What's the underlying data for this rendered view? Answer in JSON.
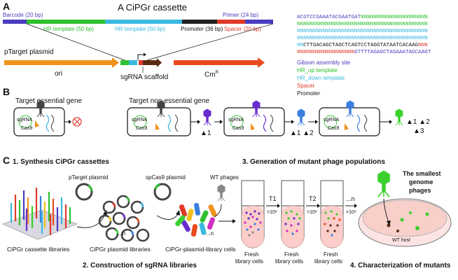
{
  "panelA": {
    "letter": "A",
    "title": "A CiPGr cassette",
    "barcode": "Barcode (20 bp)",
    "primer": "Primer (24 bp)",
    "hr_up": "HR template (50 bp)",
    "hr_down": "HR template (50 bp)",
    "promoter": "Promoter (36 bp)",
    "spacer": "Spacer (20 bp)",
    "ptarget": "pTarget plasmid",
    "ori": "ori",
    "scaffold": "sgRNA scaffold",
    "cm": "Cm",
    "cm_sup": "R",
    "seq_lines": [
      [
        {
          "t": "ACGTCCGAAATACGAATGAT",
          "c": "#4b3cc0"
        },
        {
          "t": "NNNNNNNNNNNNNNNNNNNNN",
          "c": "#2ec02e"
        }
      ],
      [
        {
          "t": "NNNNNNNNNNNNNNNNNNNNNNNNNNNNNNNNNNNNNNNNN",
          "c": "#2ec02e"
        }
      ],
      [
        {
          "t": "NNNNNNNNNNNNNNNNNNNNNNNNNNNNNNNNNNNNNNNNN",
          "c": "#3bb8e0"
        }
      ],
      [
        {
          "t": "NNNNNNNNNNNNNNNNNNNNNNNNNNNNNNNNNNNNNNNNN",
          "c": "#3bb8e0"
        }
      ],
      [
        {
          "t": "NN",
          "c": "#3bb8e0"
        },
        {
          "t": "CTTGACAGCTAGCTCAGTCCTAGGTATAATCACAAG",
          "c": "#111111"
        },
        {
          "t": "NNN",
          "c": "#e03a2a"
        }
      ],
      [
        {
          "t": "NNNNNNNNNNNNNNNNNN",
          "c": "#e03a2a"
        },
        {
          "t": "GTTTTAGAGCTAGAAATAGCAAGT",
          "c": "#4b3cc0"
        }
      ]
    ],
    "legend": [
      {
        "label": "Gibson assembly site",
        "color": "#4b3cc0"
      },
      {
        "label": "HR_up template",
        "color": "#2ec02e"
      },
      {
        "label": "HR_down template",
        "color": "#3bb8e0"
      },
      {
        "label": "Spacer",
        "color": "#e03a2a"
      },
      {
        "label": "Promoter",
        "color": "#111111"
      }
    ]
  },
  "panelB": {
    "letter": "B",
    "essential_title": "Target essential gene",
    "nonessential_title": "Target non-essential gene",
    "sgrna": "sgRNA",
    "cas9": "Cas9",
    "mut1": "▲1",
    "mut2": "▲1 ▲2",
    "mut3a": "▲1 ▲2",
    "mut3b": "▲3"
  },
  "panelC": {
    "letter": "C",
    "step1": "1. Synthesis CiPGr cassettes",
    "step2": "2. Construction of sgRNA libraries",
    "step3": "3. Generation of mutant phage populations",
    "step4": "4. Characterization of mutants",
    "ptarget": "pTarget plasmid",
    "spcas9": "spCas9 plasmid",
    "wt_phages": "WT phages",
    "lib_cassette": "CiPGr cassette libraries",
    "lib_plasmid": "CiPGr plasmid libraries",
    "lib_cells": "CiPGr-plasmid-library cells",
    "dots_n": "...n",
    "t1": "T1",
    "t2": "T2",
    "tn": "...n",
    "titer1": ">10⁸",
    "titer2": ">10⁸",
    "titer3": ">10⁸",
    "fresh": "Fresh",
    "library_cells": "library cells",
    "wt_host": "WT host",
    "smallest1": "The smallest",
    "smallest2": "genome",
    "smallest3": "phages"
  },
  "colors": {
    "ori": "#f0921e",
    "cm": "#e84a1e",
    "hr_up": "#2ec02e",
    "hr_down": "#3bb8e0",
    "spacer": "#e03a2a",
    "gibson": "#4b3cc0",
    "phage_purple": "#6a2cd0",
    "phage_blue": "#3b7fe0",
    "phage_green": "#3bd02e"
  }
}
